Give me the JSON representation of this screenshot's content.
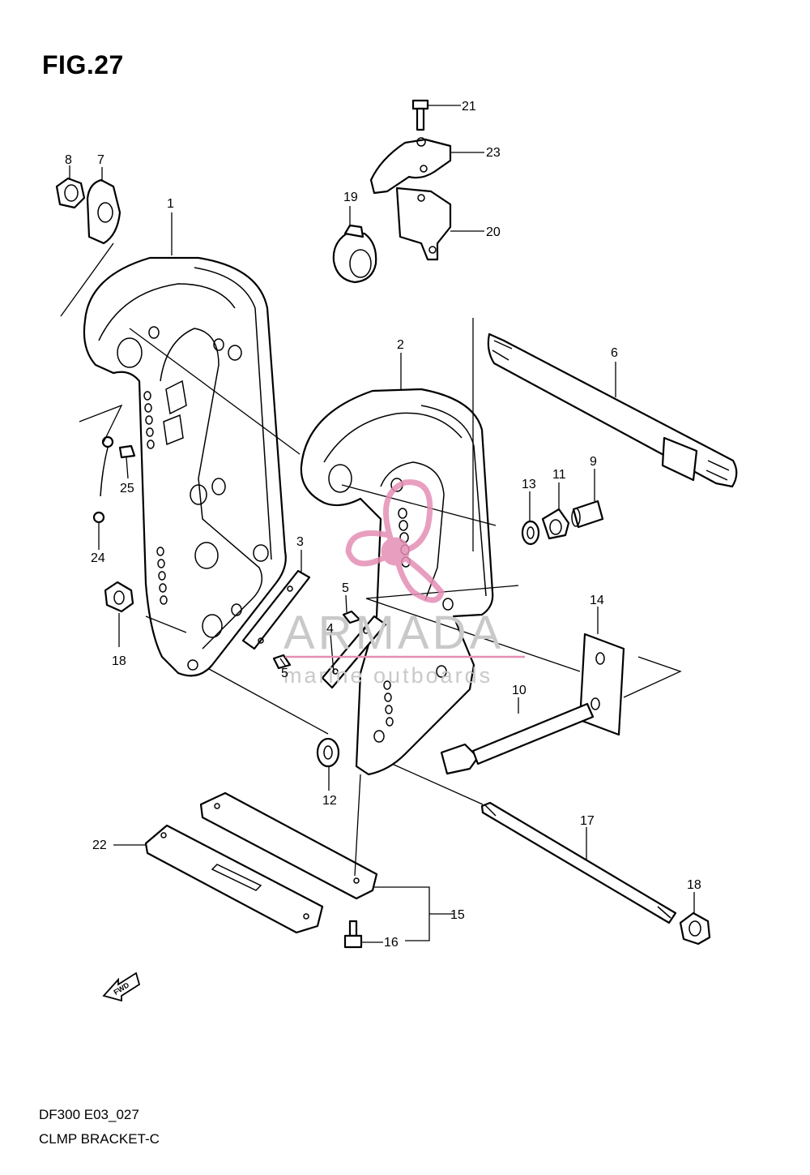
{
  "figure": {
    "title": "FIG.27"
  },
  "footer": {
    "model": "DF300 E03_027",
    "name": "CLMP BRACKET-C"
  },
  "watermark": {
    "brand": "ARMADA",
    "tagline": "marine outboards",
    "accent_color": "#e58fb5"
  },
  "direction_arrow": {
    "label": "FWD"
  },
  "callouts": [
    "1",
    "2",
    "3",
    "4",
    "5",
    "5",
    "6",
    "7",
    "8",
    "9",
    "10",
    "11",
    "12",
    "13",
    "14",
    "15",
    "16",
    "17",
    "18",
    "18",
    "19",
    "20",
    "21",
    "22",
    "23",
    "24",
    "25"
  ]
}
